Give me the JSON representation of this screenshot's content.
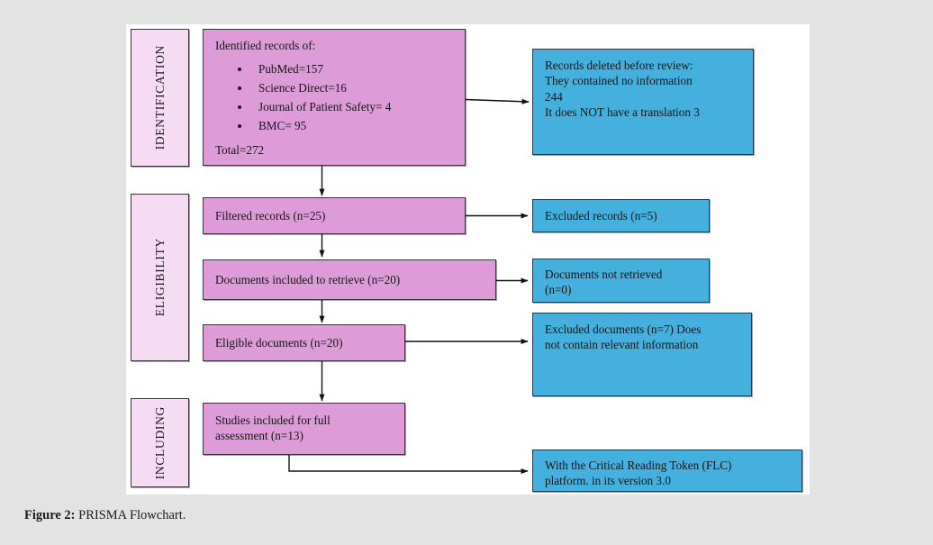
{
  "figure": {
    "caption_label": "Figure 2:",
    "caption_text": " PRISMA Flowchart."
  },
  "colors": {
    "pink_box": "#dd9bd8",
    "blue_box": "#45b0dd",
    "stage_box": "#f5dcf3",
    "border": "#3a3340",
    "card_bg": "#ffffff",
    "page_bg": "#e3e3e3"
  },
  "stages": [
    {
      "id": "identification",
      "label": "IDENTIFICATION"
    },
    {
      "id": "eligibility",
      "label": "ELIGIBILITY"
    },
    {
      "id": "including",
      "label": "INCLUDING"
    }
  ],
  "nodes": {
    "identified_records": {
      "heading": "Identified records of:",
      "sources": [
        "PubMed=157",
        "Science Direct=16",
        "Journal of Patient Safety= 4",
        "BMC= 95"
      ],
      "total": "Total=272"
    },
    "records_deleted": {
      "line1": "Records deleted before review:",
      "line2": "They contained no information",
      "line3": "244",
      "line4": "It does NOT have a translation 3"
    },
    "filtered_records": {
      "text": "Filtered records (n=25)"
    },
    "excluded_records": {
      "text": "Excluded records  (n=5)"
    },
    "documents_included_retrieve": {
      "text": "Documents included to retrieve (n=20)"
    },
    "documents_not_retrieved": {
      "line1": "Documents not retrieved",
      "line2": "(n=0)"
    },
    "eligible_documents": {
      "text": "Eligible documents  (n=20)"
    },
    "excluded_documents": {
      "line1": "Excluded documents  (n=7) Does",
      "line2": "not contain relevant information"
    },
    "studies_included": {
      "line1": "Studies included for full",
      "line2": "assessment (n=13)"
    },
    "platform_note": {
      "line1": "With the Critical Reading Token (FLC)",
      "line2": "platform. in its version 3.0"
    }
  }
}
